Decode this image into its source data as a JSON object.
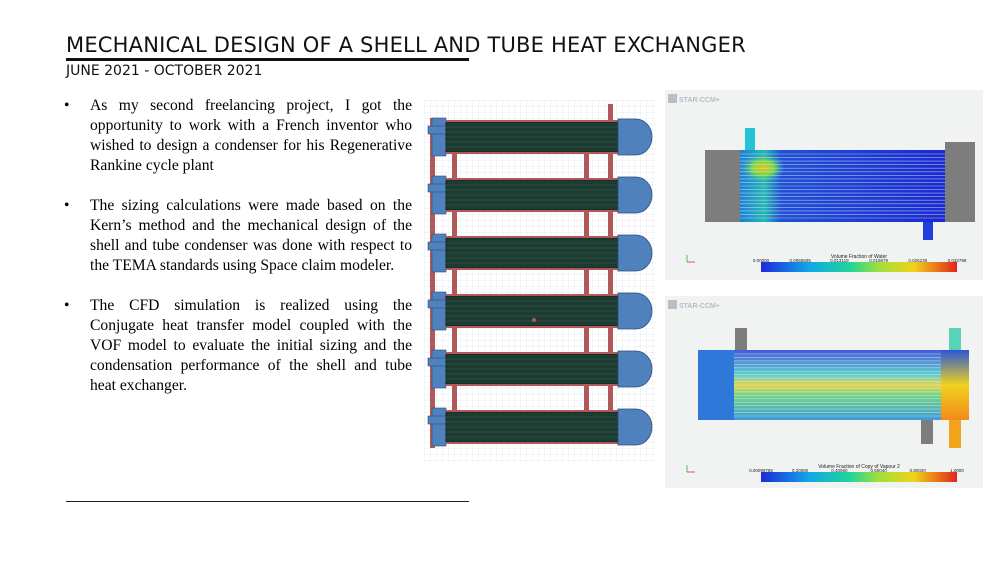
{
  "header": {
    "title": "MECHANICAL DESIGN OF A SHELL AND TUBE HEAT EXCHANGER",
    "subtitle": "JUNE 2021 - OCTOBER 2021"
  },
  "bullets": [
    {
      "text": "As my second freelancing project, I got the opportunity to work with a French inventor who wished to design a condenser for his Regenerative Rankine cycle plant"
    },
    {
      "text": "The sizing calculations were made based on the Kern’s method and the mechanical design of the shell and tube condenser was done with respect to the TEMA standards using Space claim modeler."
    },
    {
      "text": " The CFD simulation is realized using the Conjugate heat transfer model coupled with the VOF model to evaluate the initial sizing and the condensation performance of the shell and tube heat exchanger."
    }
  ],
  "bullet_symbol": "•",
  "simulations": [
    {
      "logo": "STAR-CCM+",
      "legend_title": "Volume Fraction of Water",
      "ticks": [
        "0.00000",
        "0.0065595",
        "0.013119",
        "0.019679",
        "0.026238",
        "0.032798"
      ]
    },
    {
      "logo": "STAR-CCM+",
      "legend_title": "Volume Fraction of Copy of Vapour 2",
      "ticks": [
        "0.00099785",
        "0.20080",
        "0.40060",
        "0.60040",
        "0.80020",
        "1.0000"
      ]
    }
  ],
  "colors": {
    "shell_blue": "#4f81bd",
    "tube_green": "#1d3b30",
    "pipe_red": "#b0585a",
    "shell_grey": "#7a7a7a"
  }
}
